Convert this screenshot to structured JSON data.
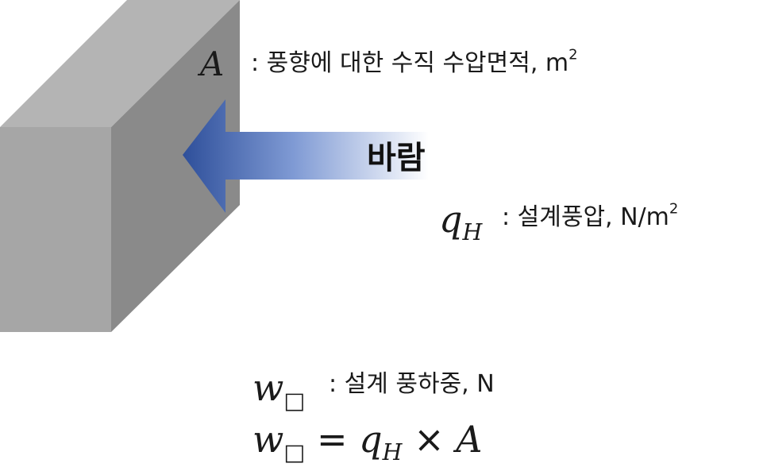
{
  "diagram": {
    "area_symbol": "A",
    "area_desc": ": 풍향에 대한 수직 수압면적, m",
    "area_unit_exp": "2",
    "wind_label": "바람",
    "pressure_symbol": "q",
    "pressure_sub": "H",
    "pressure_desc": ": 설계풍압, N/m",
    "pressure_unit_exp": "2",
    "load_symbol": "w",
    "load_sub": "□",
    "load_desc": ": 설계 풍하중, N",
    "formula": {
      "lhs": "w",
      "lhs_sub": "□",
      "equals": "=",
      "q": "q",
      "q_sub": "H",
      "times": "×",
      "a": "A"
    },
    "colors": {
      "block_top": "#b4b4b4",
      "block_front": "#a6a6a6",
      "block_side": "#8a8a8a",
      "arrow_dark": "#2e4f9a",
      "arrow_light": "#ffffff"
    }
  }
}
